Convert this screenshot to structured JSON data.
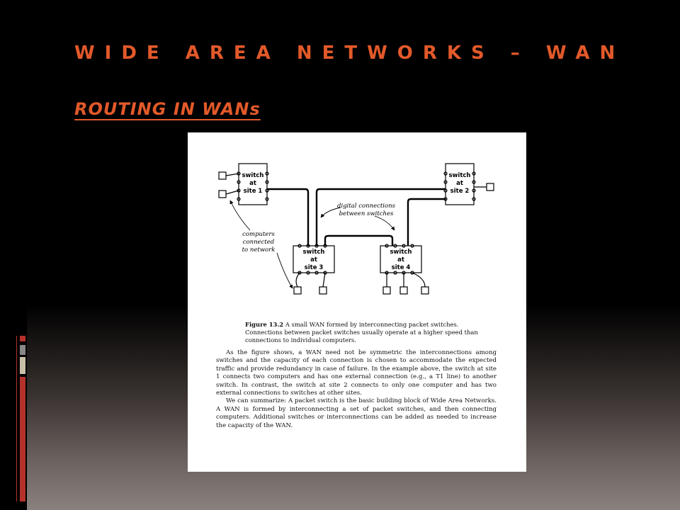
{
  "slide": {
    "title": "WIDE AREA NETWORKS – WAN",
    "subtitle": "ROUTING IN WANs"
  },
  "figure": {
    "switches": [
      {
        "line1": "switch",
        "line2": "at",
        "line3": "site 1"
      },
      {
        "line1": "switch",
        "line2": "at",
        "line3": "site 2"
      },
      {
        "line1": "switch",
        "line2": "at",
        "line3": "site 3"
      },
      {
        "line1": "switch",
        "line2": "at",
        "line3": "site 4"
      }
    ],
    "label_digital": [
      "digital connections",
      "between switches"
    ],
    "label_computers": [
      "computers",
      "connected",
      "to network"
    ],
    "caption_label": "Figure 13.2",
    "caption_text": "A small WAN formed by interconnecting packet switches. Connections between packet switches usually operate at a higher speed than connections to individual computers.",
    "paragraph1": "As the figure shows, a WAN need not be symmetric  the interconnections among switches and the capacity of each connection is chosen to accommodate the expected traffic and provide redundancy in case of failure.  In the example above, the switch at site 1 connects two computers and has one external connection (e.g.,  a T1 line) to another switch.  In contrast, the switch at site 2 connects to only one computer and has two external connections to switches at other sites.",
    "paragraph2": "We can summarize: A packet switch is the basic building block of Wide Area Networks.  A WAN is formed by interconnecting a set of packet switches, and then connecting computers.  Additional switches or interconnections can be added as needed to increase the capacity of the WAN."
  },
  "colors": {
    "accent": "#e2592a",
    "sidebar_red": "#b5322b"
  }
}
